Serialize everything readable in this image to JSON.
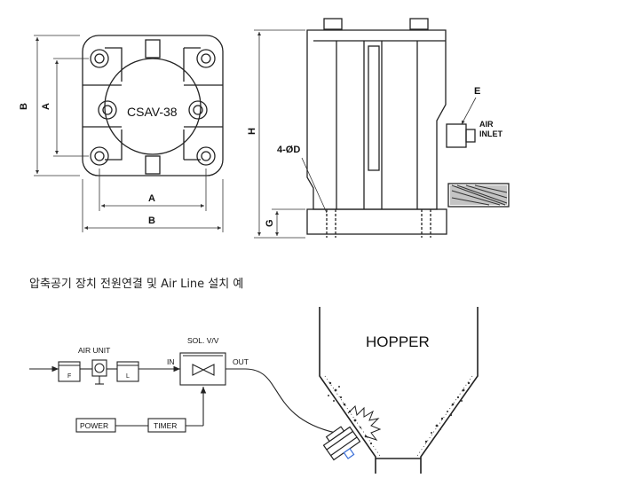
{
  "top_view": {
    "model_label": "CSAV-38",
    "dim_inner": "A",
    "dim_outer": "B"
  },
  "side_view": {
    "dim_height": "H",
    "dim_base": "G",
    "dim_holes": "4-ØD",
    "dim_port": "E",
    "air_inlet_line1": "AIR",
    "air_inlet_line2": "INLET"
  },
  "caption": "압축공기 장치 전원연결 및 Air Line 설치 예",
  "circuit": {
    "air_unit": "AIR UNIT",
    "filter": "F",
    "lubricator": "L",
    "sol_valve": "SOL. V/V",
    "in": "IN",
    "out": "OUT",
    "power": "POWER",
    "timer": "TIMER",
    "hopper": "HOPPER"
  },
  "colors": {
    "line": "#222222",
    "dim_line": "#333333",
    "accent_blue": "#3a6fd8"
  }
}
